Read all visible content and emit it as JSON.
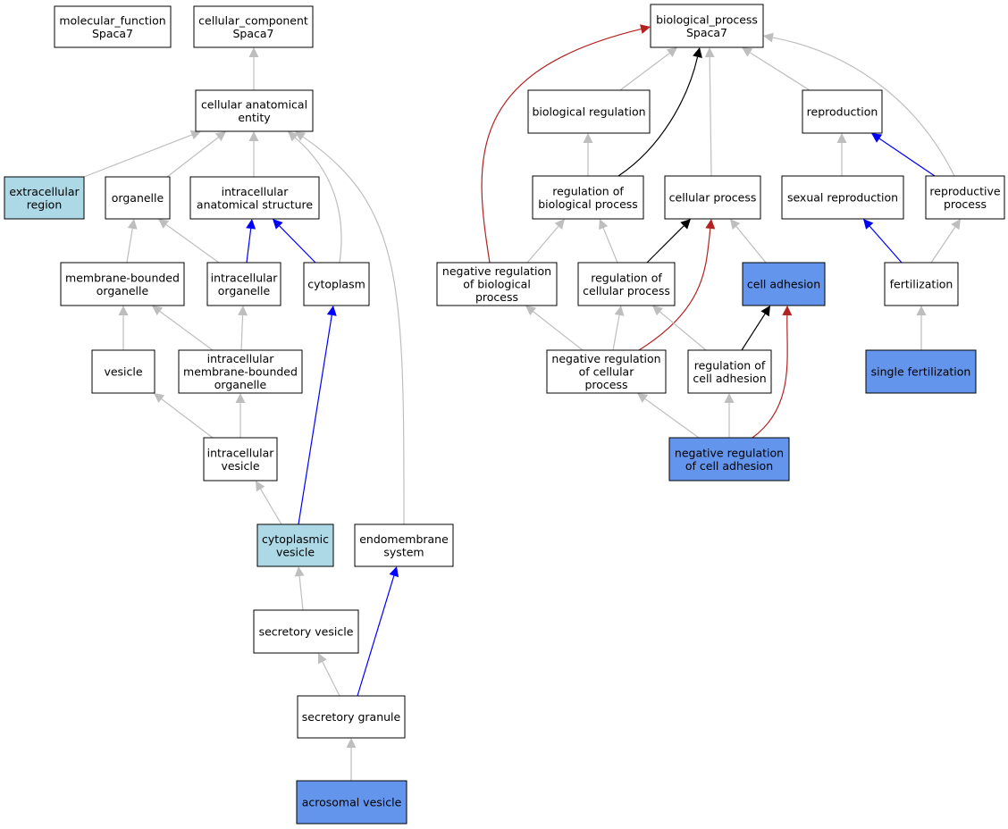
{
  "colors": {
    "white": "#ffffff",
    "light_blue": "#add8e6",
    "cornflower_blue": "#6495ed",
    "edge_gray": "#bebebe",
    "edge_blue": "#0000ff",
    "edge_black": "#000000",
    "edge_red": "#b22222"
  },
  "nodes": [
    {
      "id": "molecular_function",
      "lines": [
        "molecular_function",
        "Spaca7"
      ],
      "fill": "white"
    },
    {
      "id": "cellular_component",
      "lines": [
        "cellular_component",
        "Spaca7"
      ],
      "fill": "white"
    },
    {
      "id": "cellular_anatomical_entity",
      "lines": [
        "cellular anatomical",
        "entity"
      ],
      "fill": "white"
    },
    {
      "id": "extracellular_region",
      "lines": [
        "extracellular",
        "region"
      ],
      "fill": "light_blue"
    },
    {
      "id": "organelle",
      "lines": [
        "organelle"
      ],
      "fill": "white"
    },
    {
      "id": "intracellular_anatomical_structure",
      "lines": [
        "intracellular",
        "anatomical structure"
      ],
      "fill": "white"
    },
    {
      "id": "membrane_bounded_organelle",
      "lines": [
        "membrane-bounded",
        "organelle"
      ],
      "fill": "white"
    },
    {
      "id": "intracellular_organelle",
      "lines": [
        "intracellular",
        "organelle"
      ],
      "fill": "white"
    },
    {
      "id": "cytoplasm",
      "lines": [
        "cytoplasm"
      ],
      "fill": "white"
    },
    {
      "id": "vesicle",
      "lines": [
        "vesicle"
      ],
      "fill": "white"
    },
    {
      "id": "intracellular_membrane_bounded_organelle",
      "lines": [
        "intracellular",
        "membrane-bounded",
        "organelle"
      ],
      "fill": "white"
    },
    {
      "id": "intracellular_vesicle",
      "lines": [
        "intracellular",
        "vesicle"
      ],
      "fill": "white"
    },
    {
      "id": "cytoplasmic_vesicle",
      "lines": [
        "cytoplasmic",
        "vesicle"
      ],
      "fill": "light_blue"
    },
    {
      "id": "endomembrane_system",
      "lines": [
        "endomembrane",
        "system"
      ],
      "fill": "white"
    },
    {
      "id": "secretory_vesicle",
      "lines": [
        "secretory vesicle"
      ],
      "fill": "white"
    },
    {
      "id": "secretory_granule",
      "lines": [
        "secretory granule"
      ],
      "fill": "white"
    },
    {
      "id": "acrosomal_vesicle",
      "lines": [
        "acrosomal vesicle"
      ],
      "fill": "cornflower_blue"
    },
    {
      "id": "biological_process",
      "lines": [
        "biological_process",
        "Spaca7"
      ],
      "fill": "white"
    },
    {
      "id": "biological_regulation",
      "lines": [
        "biological regulation"
      ],
      "fill": "white"
    },
    {
      "id": "reproduction",
      "lines": [
        "reproduction"
      ],
      "fill": "white"
    },
    {
      "id": "regulation_of_biological_process",
      "lines": [
        "regulation of",
        "biological process"
      ],
      "fill": "white"
    },
    {
      "id": "cellular_process",
      "lines": [
        "cellular process"
      ],
      "fill": "white"
    },
    {
      "id": "sexual_reproduction",
      "lines": [
        "sexual reproduction"
      ],
      "fill": "white"
    },
    {
      "id": "reproductive_process",
      "lines": [
        "reproductive",
        "process"
      ],
      "fill": "white"
    },
    {
      "id": "negative_regulation_of_biological_process",
      "lines": [
        "negative regulation",
        "of biological",
        "process"
      ],
      "fill": "white"
    },
    {
      "id": "regulation_of_cellular_process",
      "lines": [
        "regulation of",
        "cellular process"
      ],
      "fill": "white"
    },
    {
      "id": "cell_adhesion",
      "lines": [
        "cell adhesion"
      ],
      "fill": "cornflower_blue"
    },
    {
      "id": "fertilization",
      "lines": [
        "fertilization"
      ],
      "fill": "white"
    },
    {
      "id": "negative_regulation_of_cellular_process",
      "lines": [
        "negative regulation",
        "of cellular",
        "process"
      ],
      "fill": "white"
    },
    {
      "id": "regulation_of_cell_adhesion",
      "lines": [
        "regulation of",
        "cell adhesion"
      ],
      "fill": "white"
    },
    {
      "id": "single_fertilization",
      "lines": [
        "single fertilization"
      ],
      "fill": "cornflower_blue"
    },
    {
      "id": "negative_regulation_of_cell_adhesion",
      "lines": [
        "negative regulation",
        "of cell adhesion"
      ],
      "fill": "cornflower_blue"
    }
  ],
  "edges": [
    {
      "from": "cellular_anatomical_entity",
      "to": "cellular_component",
      "color": "edge_gray"
    },
    {
      "from": "extracellular_region",
      "to": "cellular_anatomical_entity",
      "color": "edge_gray"
    },
    {
      "from": "organelle",
      "to": "cellular_anatomical_entity",
      "color": "edge_gray"
    },
    {
      "from": "intracellular_anatomical_structure",
      "to": "cellular_anatomical_entity",
      "color": "edge_gray"
    },
    {
      "from": "cytoplasm",
      "to": "cellular_anatomical_entity",
      "color": "edge_gray"
    },
    {
      "from": "endomembrane_system",
      "to": "cellular_anatomical_entity",
      "color": "edge_gray"
    },
    {
      "from": "membrane_bounded_organelle",
      "to": "organelle",
      "color": "edge_gray"
    },
    {
      "from": "intracellular_organelle",
      "to": "organelle",
      "color": "edge_gray"
    },
    {
      "from": "intracellular_organelle",
      "to": "intracellular_anatomical_structure",
      "color": "edge_blue"
    },
    {
      "from": "cytoplasm",
      "to": "intracellular_anatomical_structure",
      "color": "edge_blue"
    },
    {
      "from": "vesicle",
      "to": "membrane_bounded_organelle",
      "color": "edge_gray"
    },
    {
      "from": "intracellular_membrane_bounded_organelle",
      "to": "membrane_bounded_organelle",
      "color": "edge_gray"
    },
    {
      "from": "intracellular_membrane_bounded_organelle",
      "to": "intracellular_organelle",
      "color": "edge_gray"
    },
    {
      "from": "intracellular_vesicle",
      "to": "vesicle",
      "color": "edge_gray"
    },
    {
      "from": "intracellular_vesicle",
      "to": "intracellular_membrane_bounded_organelle",
      "color": "edge_gray"
    },
    {
      "from": "cytoplasmic_vesicle",
      "to": "intracellular_vesicle",
      "color": "edge_gray"
    },
    {
      "from": "cytoplasmic_vesicle",
      "to": "cytoplasm",
      "color": "edge_blue"
    },
    {
      "from": "secretory_vesicle",
      "to": "cytoplasmic_vesicle",
      "color": "edge_gray"
    },
    {
      "from": "secretory_granule",
      "to": "secretory_vesicle",
      "color": "edge_gray"
    },
    {
      "from": "secretory_granule",
      "to": "endomembrane_system",
      "color": "edge_blue"
    },
    {
      "from": "acrosomal_vesicle",
      "to": "secretory_granule",
      "color": "edge_gray"
    },
    {
      "from": "biological_regulation",
      "to": "biological_process",
      "color": "edge_gray"
    },
    {
      "from": "regulation_of_biological_process",
      "to": "biological_process",
      "color": "edge_black"
    },
    {
      "from": "cellular_process",
      "to": "biological_process",
      "color": "edge_gray"
    },
    {
      "from": "reproduction",
      "to": "biological_process",
      "color": "edge_gray"
    },
    {
      "from": "reproductive_process",
      "to": "biological_process",
      "color": "edge_gray"
    },
    {
      "from": "negative_regulation_of_biological_process",
      "to": "biological_process",
      "color": "edge_red"
    },
    {
      "from": "regulation_of_biological_process",
      "to": "biological_regulation",
      "color": "edge_gray"
    },
    {
      "from": "sexual_reproduction",
      "to": "reproduction",
      "color": "edge_gray"
    },
    {
      "from": "reproductive_process",
      "to": "reproduction",
      "color": "edge_blue"
    },
    {
      "from": "negative_regulation_of_biological_process",
      "to": "regulation_of_biological_process",
      "color": "edge_gray"
    },
    {
      "from": "regulation_of_cellular_process",
      "to": "regulation_of_biological_process",
      "color": "edge_gray"
    },
    {
      "from": "regulation_of_cellular_process",
      "to": "cellular_process",
      "color": "edge_black"
    },
    {
      "from": "cell_adhesion",
      "to": "cellular_process",
      "color": "edge_gray"
    },
    {
      "from": "negative_regulation_of_cellular_process",
      "to": "cellular_process",
      "color": "edge_red"
    },
    {
      "from": "fertilization",
      "to": "sexual_reproduction",
      "color": "edge_blue"
    },
    {
      "from": "fertilization",
      "to": "reproductive_process",
      "color": "edge_gray"
    },
    {
      "from": "negative_regulation_of_cellular_process",
      "to": "negative_regulation_of_biological_process",
      "color": "edge_gray"
    },
    {
      "from": "negative_regulation_of_cellular_process",
      "to": "regulation_of_cellular_process",
      "color": "edge_gray"
    },
    {
      "from": "regulation_of_cell_adhesion",
      "to": "regulation_of_cellular_process",
      "color": "edge_gray"
    },
    {
      "from": "regulation_of_cell_adhesion",
      "to": "cell_adhesion",
      "color": "edge_black"
    },
    {
      "from": "single_fertilization",
      "to": "fertilization",
      "color": "edge_gray"
    },
    {
      "from": "negative_regulation_of_cell_adhesion",
      "to": "negative_regulation_of_cellular_process",
      "color": "edge_gray"
    },
    {
      "from": "negative_regulation_of_cell_adhesion",
      "to": "regulation_of_cell_adhesion",
      "color": "edge_gray"
    },
    {
      "from": "negative_regulation_of_cell_adhesion",
      "to": "cell_adhesion",
      "color": "edge_red"
    }
  ]
}
